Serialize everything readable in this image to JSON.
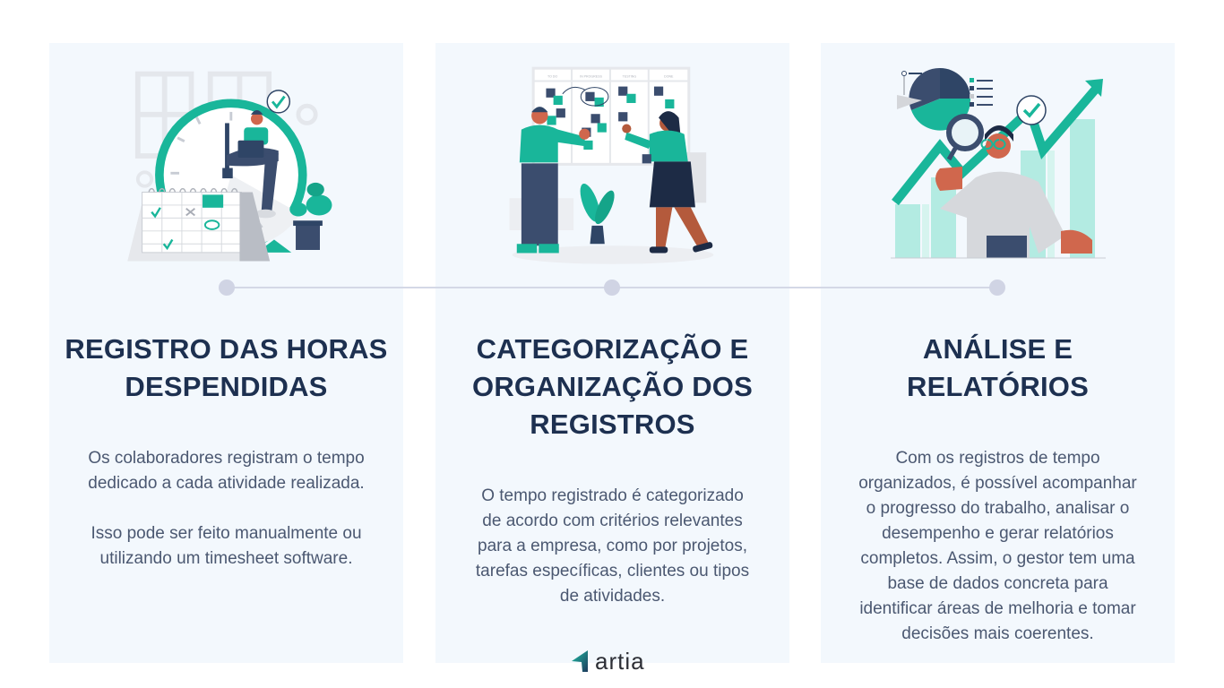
{
  "colors": {
    "card_bg": "#f3f8fd",
    "title": "#1d3050",
    "body": "#4b5871",
    "accent_teal": "#15b89a",
    "navy": "#2f4566",
    "timeline": "#d0d4e4"
  },
  "steps": [
    {
      "title_lines": [
        "REGISTRO DAS HORAS",
        "DESPENDIDAS"
      ],
      "body_paragraphs": [
        [
          "Os colaboradores registram o tempo",
          "dedicado a cada atividade realizada."
        ],
        [
          "Isso pode ser feito manualmente ou",
          "utilizando um timesheet software."
        ]
      ],
      "illustration": "clock-calendar-person-illustration"
    },
    {
      "title_lines": [
        "CATEGORIZAÇÃO E",
        "ORGANIZAÇÃO DOS",
        "REGISTROS"
      ],
      "body_paragraphs": [
        [
          "O tempo registrado é categorizado",
          "de acordo com critérios relevantes",
          "para a empresa, como por projetos,",
          "tarefas específicas, clientes ou tipos",
          "de atividades."
        ]
      ],
      "illustration": "kanban-board-team-illustration",
      "board_columns": [
        "TO DO",
        "IN PROGRESS",
        "TESTING",
        "DONE"
      ]
    },
    {
      "title_lines": [
        "ANÁLISE E",
        "RELATÓRIOS"
      ],
      "body_paragraphs": [
        [
          "Com os registros de tempo",
          "organizados, é possível acompanhar",
          "o progresso do trabalho, analisar o",
          "desempenho e gerar relatórios",
          "completos. Assim, o gestor tem uma",
          "base de dados concreta para",
          "identificar áreas de melhoria e tomar",
          "decisões mais coerentes."
        ]
      ],
      "illustration": "analytics-magnifier-illustration"
    }
  ],
  "timeline": {
    "dots": 3
  },
  "footer": {
    "logo_text": "artia"
  }
}
